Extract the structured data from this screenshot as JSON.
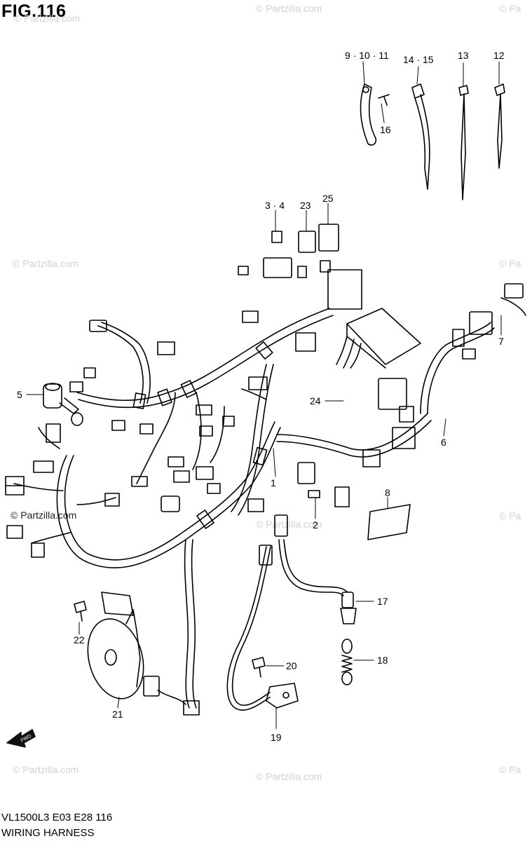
{
  "title": "FIG.116",
  "footer": {
    "model": "VL1500L3  E03  E28  116",
    "name": "WIRING HARNESS"
  },
  "watermark": "© Partzilla.com",
  "watermark_short": "© Pa",
  "fwd_label": "FWD",
  "callouts": {
    "c1": "1",
    "c2": "2",
    "c3_4": "3 · 4",
    "c5": "5",
    "c6": "6",
    "c7": "7",
    "c8": "8",
    "c9_11": "9 · 10 · 11",
    "c12": "12",
    "c13": "13",
    "c14_15": "14 · 15",
    "c16": "16",
    "c17": "17",
    "c18": "18",
    "c19": "19",
    "c20": "20",
    "c21": "21",
    "c22": "22",
    "c23": "23",
    "c24": "24",
    "c25": "25"
  }
}
